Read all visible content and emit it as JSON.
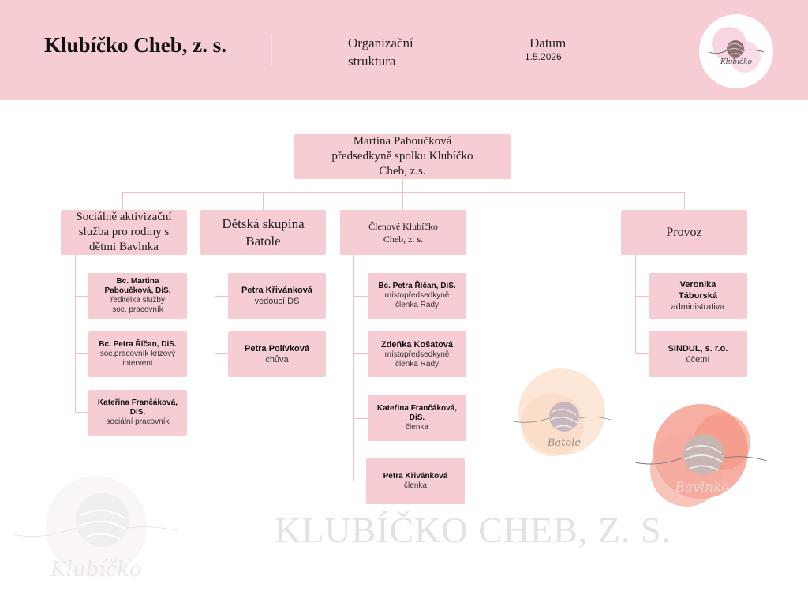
{
  "header": {
    "org_name": "Klubíčko Cheb, z. s.",
    "structure_label_line1": "Organizační",
    "structure_label_line2": "struktura",
    "date_label": "Datum",
    "date_value": "1.5.2026",
    "logo_text": "Klubíčko"
  },
  "top": {
    "line1": "Martina Paboučková",
    "line2": "předsedkyně spolku Klubíčko",
    "line3": "Cheb,  z.s."
  },
  "departments": [
    {
      "title_line1": "Sociálně aktivizační",
      "title_line2": "služba pro rodiny s",
      "title_line3": "dětmi Bavlnka",
      "members": [
        {
          "name": "Bc. Martina Paboučková, DiS.",
          "role_line1": "ředitelka služby",
          "role_line2": "soc. pracovník"
        },
        {
          "name": "Bc. Petra Říčan, DiS.",
          "role_line1": "soc.pracovník krizový",
          "role_line2": "intervent"
        },
        {
          "name": "Kateřina Frančáková, DiS.",
          "role_line1": "sociální pracovník"
        }
      ]
    },
    {
      "title_line1": "Dětská skupina",
      "title_line2": "Batole",
      "members": [
        {
          "name": "Petra Křivánková",
          "role_line1": "vedoucí DS"
        },
        {
          "name": "Petra Polívková",
          "role_line1": "chůva"
        }
      ]
    },
    {
      "title_line1": "Členové Klubíčko",
      "title_line2": "Cheb, z. s.",
      "members": [
        {
          "name": "Bc. Petra Říčan, DiS.",
          "role_line1": "místopředsedkyně",
          "role_line2": "členka Rady"
        },
        {
          "name": "Zdeňka Košatová",
          "role_line1": "místopředsedkyně",
          "role_line2": "členka Rady"
        },
        {
          "name": "Kateřina Frančáková, DiS.",
          "role_line1": "členka"
        },
        {
          "name": "Petra Křivánková",
          "role_line1": "členka"
        }
      ]
    },
    {
      "title_line1": "Provoz",
      "members": [
        {
          "name_line1": "Veronika",
          "name_line2": "Táborská",
          "role_line1": "administrativa"
        },
        {
          "name": "SINDUL, s. r.o.",
          "role_line1": "účetní"
        }
      ]
    }
  ],
  "decor": {
    "batole_logo_text": "Batole",
    "bavlnka_logo_text": "Bavlnka",
    "klubicko_logo_text": "Klubíčko",
    "watermark_text": "KLUBÍČKO CHEB, Z. S."
  },
  "colors": {
    "header_bg": "#f7cdd4",
    "box_bg": "#f7cdd4",
    "connector": "#f3bcc6"
  }
}
